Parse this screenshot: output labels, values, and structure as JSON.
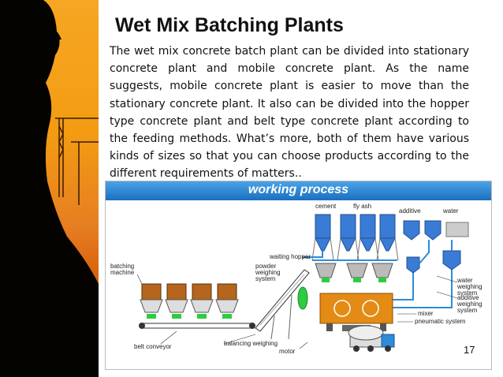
{
  "slide": {
    "title": "Wet Mix Batching Plants",
    "body": "The wet mix concrete batch plant can be divided into stationary concrete plant and mobile concrete plant. As the name suggests, mobile concrete plant is easier to move than the stationary concrete plant. It also can be divided into the hopper type concrete plant and belt type concrete plant according to the feeding methods. What’s more, both of them have various kinds of sizes so that you can choose products according to the different requirements of matters..",
    "page_number": "17"
  },
  "diagram": {
    "title": "working process",
    "labels": {
      "cement": "cement",
      "fly_ash": "fly ash",
      "additive": "additive",
      "water": "water",
      "waiting_hopper": "waiting hopper",
      "powder_weighing": "powder weighing system",
      "batching_machine": "batching machine",
      "water_weighing": "water weighing system",
      "additive_weighing": "additive weighing system",
      "mixer": "mixer",
      "pneumatic_system": "pneumatic system",
      "belt_conveyor": "belt conveyor",
      "balancing_weighing": "balancing weighing",
      "motor": "motor"
    }
  },
  "colors": {
    "accent": "#1b6fbf",
    "silo": "#3a7bd5",
    "aggregate": "#b5651d",
    "pipe": "#2e8bd8",
    "green": "#2ecc40",
    "mixer": "#e38b14"
  }
}
